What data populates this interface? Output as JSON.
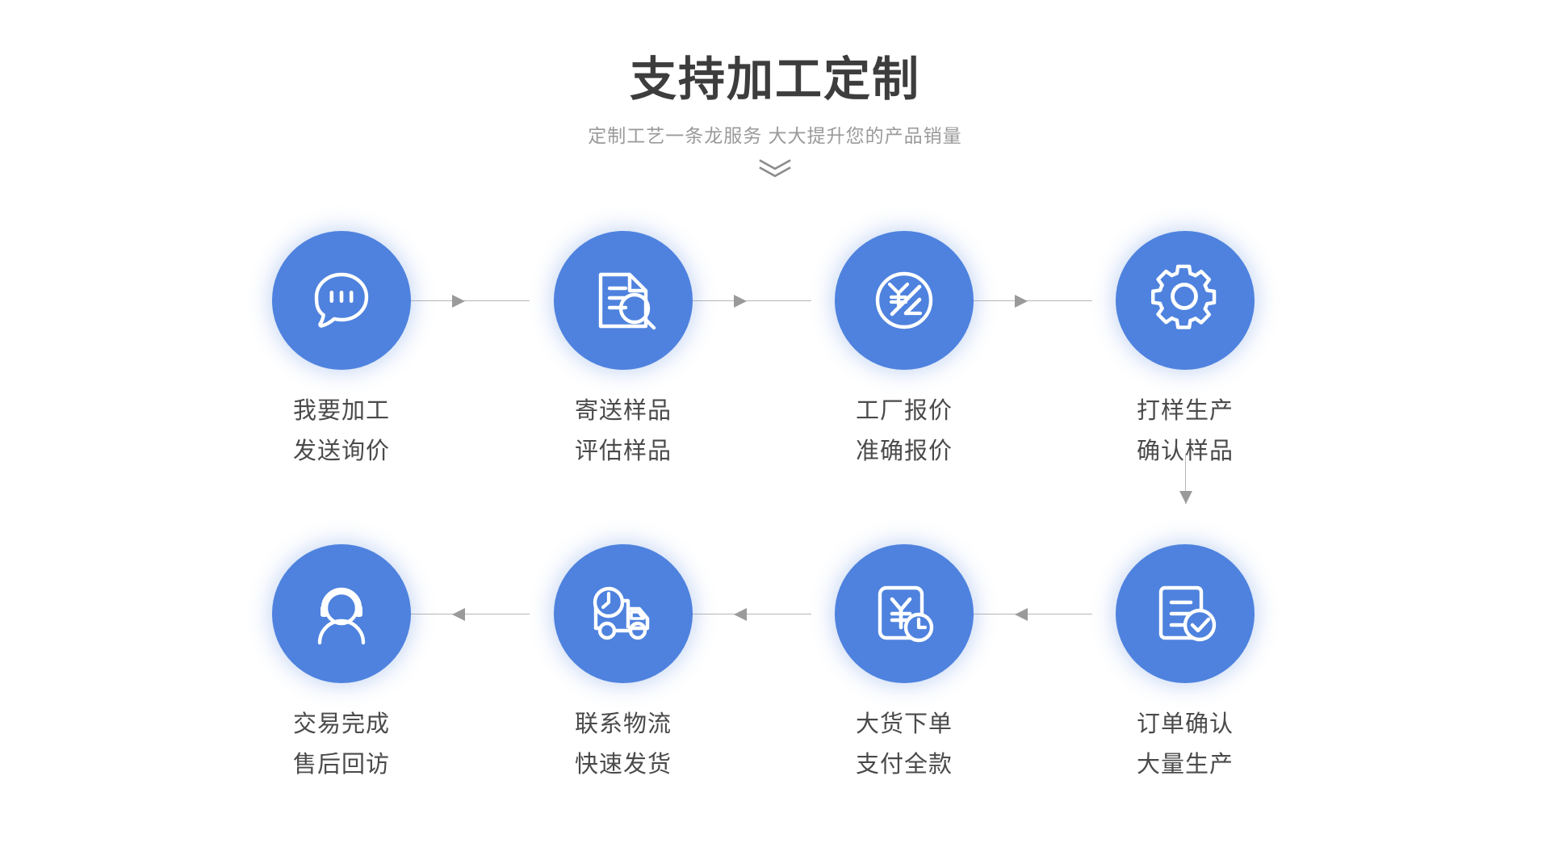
{
  "header": {
    "title": "支持加工定制",
    "subtitle": "定制工艺一条龙服务  大大提升您的产品销量",
    "chevron_icon": "double-chevron-down-icon"
  },
  "theme": {
    "circle_color": "#4E82DE",
    "title_color": "#3D3D3D",
    "subtitle_color": "#9A9A9A",
    "label_color": "#4A4A4A",
    "connector_color": "#B6B6B6",
    "arrow_color": "#9A9A9A",
    "background": "#FFFFFF"
  },
  "flow": {
    "row1": [
      {
        "icon": "chat-bubble-icon",
        "line1": "我要加工",
        "line2": "发送询价"
      },
      {
        "icon": "document-search-icon",
        "line1": "寄送样品",
        "line2": "评估样品"
      },
      {
        "icon": "yuan-price-circle-icon",
        "line1": "工厂报价",
        "line2": "准确报价"
      },
      {
        "icon": "gear-icon",
        "line1": "打样生产",
        "line2": "确认样品"
      }
    ],
    "row2": [
      {
        "icon": "headset-support-icon",
        "line1": "交易完成",
        "line2": "售后回访"
      },
      {
        "icon": "delivery-truck-icon",
        "line1": "联系物流",
        "line2": "快速发货"
      },
      {
        "icon": "yuan-clock-icon",
        "line1": "大货下单",
        "line2": "支付全款"
      },
      {
        "icon": "document-check-icon",
        "line1": "订单确认",
        "line2": "大量生产"
      }
    ],
    "connectors": {
      "row1_direction": "right",
      "row2_direction": "left",
      "vertical_direction": "down"
    }
  }
}
